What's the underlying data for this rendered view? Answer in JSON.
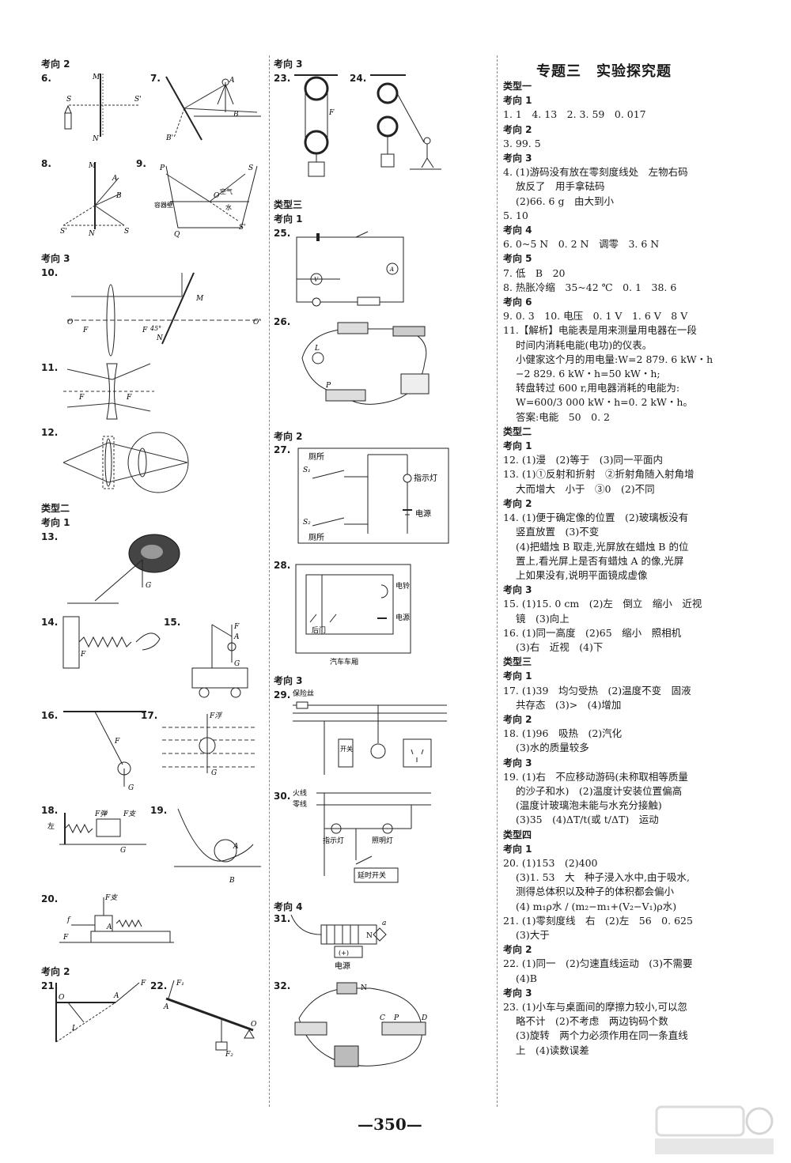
{
  "col1": {
    "kx2": "考向 2",
    "q6": "6.",
    "q7": "7.",
    "q8": "8.",
    "q9": "9.",
    "kx3": "考向 3",
    "q10": "10.",
    "q11": "11.",
    "q12": "12.",
    "type2": "类型二",
    "kx1": "考向 1",
    "q13": "13.",
    "q14": "14.",
    "q15": "15.",
    "q16": "16.",
    "q17": "17.",
    "q18": "18.",
    "q19": "19.",
    "q20": "20.",
    "kx2b": "考向 2",
    "q21": "21.",
    "q22": "22."
  },
  "col2": {
    "kx3": "考向 3",
    "q23": "23.",
    "q24": "24.",
    "type3": "类型三",
    "kx1": "考向 1",
    "q25": "25.",
    "q26": "26.",
    "kx2": "考向 2",
    "q27": "27.",
    "q28": "28.",
    "kx3b": "考向 3",
    "q29": "29.",
    "q30": "30.",
    "kx4": "考向 4",
    "q31": "31.",
    "q32": "32."
  },
  "figure_labels": {
    "fig9_wall": "容器壁",
    "fig9_air": "空气",
    "fig9_water": "水",
    "fig27_toilet1": "厕所",
    "fig27_toilet2": "厕所",
    "fig27_lamp": "指示灯",
    "fig27_power": "电源",
    "fig28_bell": "电铃",
    "fig28_power": "电源",
    "fig28_door": "后门",
    "fig28_caption": "汽车车厢",
    "fig29_fuse": "保险丝",
    "fig29_switch": "开关",
    "fig30_live": "火线",
    "fig30_neutral": "零线",
    "fig30_indicator": "指示灯",
    "fig30_light": "照明灯",
    "fig30_timer": "延时开关",
    "fig31_power": "电源"
  },
  "col3": {
    "title": "专题三　实验探究题",
    "lines": [
      {
        "cls": "head",
        "text": "类型一"
      },
      {
        "cls": "head",
        "text": "考向 1"
      },
      {
        "cls": "",
        "text": "1. 1　4. 13　2. 3. 59　0. 017"
      },
      {
        "cls": "head",
        "text": "考向 2"
      },
      {
        "cls": "",
        "text": "3. 99. 5"
      },
      {
        "cls": "head",
        "text": "考向 3"
      },
      {
        "cls": "",
        "text": "4. (1)游码没有放在零刻度线处　左物右码"
      },
      {
        "cls": "ind",
        "text": "放反了　用手拿砝码"
      },
      {
        "cls": "ind",
        "text": "(2)66. 6 g　由大到小"
      },
      {
        "cls": "",
        "text": "5. 10"
      },
      {
        "cls": "head",
        "text": "考向 4"
      },
      {
        "cls": "",
        "text": "6. 0~5 N　0. 2 N　调零　3. 6 N"
      },
      {
        "cls": "head",
        "text": "考向 5"
      },
      {
        "cls": "",
        "text": "7. 低　B　20"
      },
      {
        "cls": "",
        "text": "8. 热胀冷缩　35~42 ℃　0. 1　38. 6"
      },
      {
        "cls": "head",
        "text": "考向 6"
      },
      {
        "cls": "",
        "text": "9. 0. 3　10. 电压　0. 1 V　1. 6 V　8 V"
      },
      {
        "cls": "",
        "text": "11.【解析】电能表是用来测量用电器在一段"
      },
      {
        "cls": "ind",
        "text": "时间内消耗电能(电功)的仪表。"
      },
      {
        "cls": "ind",
        "text": "小健家这个月的用电量:W=2 879. 6 kW・h"
      },
      {
        "cls": "ind",
        "text": "−2 829. 6 kW・h=50 kW・h;"
      },
      {
        "cls": "ind",
        "text": "转盘转过 600 r,用电器消耗的电能为:"
      },
      {
        "cls": "ind",
        "text": "W=600/3 000 kW・h=0. 2 kW・h。"
      },
      {
        "cls": "ind",
        "text": "答案:电能　50　0. 2"
      },
      {
        "cls": "head",
        "text": "类型二"
      },
      {
        "cls": "head",
        "text": "考向 1"
      },
      {
        "cls": "",
        "text": "12. (1)漫　(2)等于　(3)同一平面内"
      },
      {
        "cls": "",
        "text": "13. (1)①反射和折射　②折射角随入射角增"
      },
      {
        "cls": "ind",
        "text": "大而增大　小于　③0　(2)不同"
      },
      {
        "cls": "head",
        "text": "考向 2"
      },
      {
        "cls": "",
        "text": "14. (1)便于确定像的位置　(2)玻璃板没有"
      },
      {
        "cls": "ind",
        "text": "竖直放置　(3)不变"
      },
      {
        "cls": "ind",
        "text": "(4)把蜡烛 B 取走,光屏放在蜡烛 B 的位"
      },
      {
        "cls": "ind",
        "text": "置上,看光屏上是否有蜡烛 A 的像,光屏"
      },
      {
        "cls": "ind",
        "text": "上如果没有,说明平面镜成虚像"
      },
      {
        "cls": "head",
        "text": "考向 3"
      },
      {
        "cls": "",
        "text": "15. (1)15. 0 cm　(2)左　倒立　缩小　近视"
      },
      {
        "cls": "ind",
        "text": "镜　(3)向上"
      },
      {
        "cls": "",
        "text": "16. (1)同一高度　(2)65　缩小　照相机"
      },
      {
        "cls": "ind",
        "text": "(3)右　近视　(4)下"
      },
      {
        "cls": "head",
        "text": "类型三"
      },
      {
        "cls": "head",
        "text": "考向 1"
      },
      {
        "cls": "",
        "text": "17. (1)39　均匀受热　(2)温度不变　固液"
      },
      {
        "cls": "ind",
        "text": "共存态　(3)>　(4)增加"
      },
      {
        "cls": "head",
        "text": "考向 2"
      },
      {
        "cls": "",
        "text": "18. (1)96　吸热　(2)汽化"
      },
      {
        "cls": "ind",
        "text": "(3)水的质量较多"
      },
      {
        "cls": "head",
        "text": "考向 3"
      },
      {
        "cls": "",
        "text": "19. (1)右　不应移动游码(未称取相等质量"
      },
      {
        "cls": "ind",
        "text": "的沙子和水)　(2)温度计安装位置偏高"
      },
      {
        "cls": "ind",
        "text": "(温度计玻璃泡未能与水充分接触)"
      },
      {
        "cls": "ind",
        "text": "(3)35　(4)ΔT/t(或 t/ΔT)　运动"
      },
      {
        "cls": "head",
        "text": "类型四"
      },
      {
        "cls": "head",
        "text": "考向 1"
      },
      {
        "cls": "",
        "text": "20. (1)153　(2)400"
      },
      {
        "cls": "ind",
        "text": "(3)1. 53　大　种子浸入水中,由于吸水,"
      },
      {
        "cls": "ind",
        "text": "测得总体积以及种子的体积都会偏小"
      },
      {
        "cls": "ind",
        "text": "(4) m₁ρ水 / (m₂−m₁+(V₂−V₁)ρ水)"
      },
      {
        "cls": "",
        "text": "21. (1)零刻度线　右　(2)左　56　0. 625"
      },
      {
        "cls": "ind",
        "text": "(3)大于"
      },
      {
        "cls": "head",
        "text": "考向 2"
      },
      {
        "cls": "",
        "text": "22. (1)同一　(2)匀速直线运动　(3)不需要"
      },
      {
        "cls": "ind",
        "text": "(4)B"
      },
      {
        "cls": "head",
        "text": "考向 3"
      },
      {
        "cls": "",
        "text": "23. (1)小车与桌面间的摩擦力较小,可以忽"
      },
      {
        "cls": "ind",
        "text": "略不计　(2)不考虑　两边钩码个数"
      },
      {
        "cls": "ind",
        "text": "(3)旋转　两个力必须作用在同一条直线"
      },
      {
        "cls": "ind",
        "text": "上　(4)读数误差"
      }
    ]
  },
  "footer": {
    "page_number": "—350—"
  },
  "colors": {
    "ink": "#1a1a1a",
    "line": "#333333"
  }
}
